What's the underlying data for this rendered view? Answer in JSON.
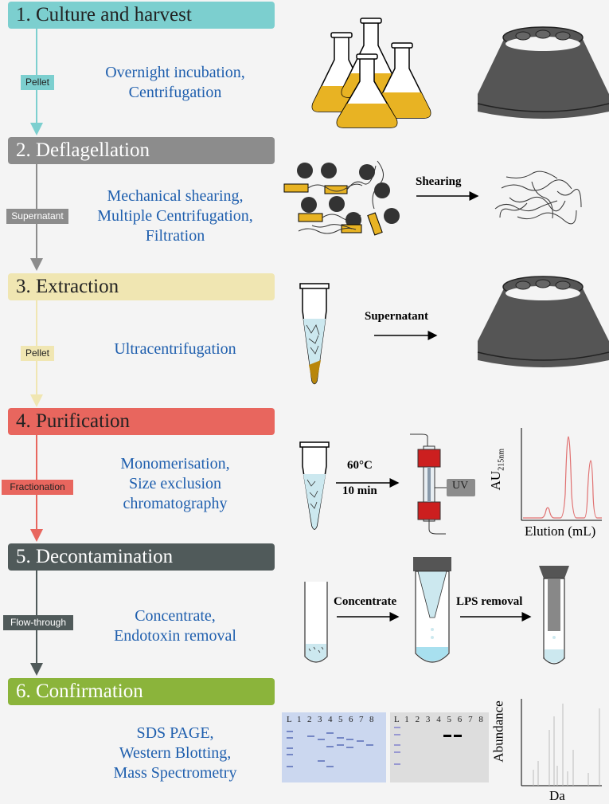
{
  "colors": {
    "teal": "#7ccfcf",
    "gray": "#8c8c8c",
    "yellow": "#f0e6b2",
    "red": "#e8665e",
    "darkslate": "#505a5a",
    "green": "#8bb43b",
    "text_blue": "#1f5fae",
    "broth": "#e8b323",
    "rotor": "#555555"
  },
  "steps": [
    {
      "title": "1. Culture and harvest",
      "tag": "Pellet",
      "desc": [
        "Overnight incubation,",
        "Centrifugation"
      ]
    },
    {
      "title": "2. Deflagellation",
      "tag": "Supernatant",
      "desc": [
        "Mechanical shearing,",
        "Multiple Centrifugation,",
        "Filtration"
      ]
    },
    {
      "title": "3. Extraction",
      "tag": "Pellet",
      "desc": [
        "Ultracentrifugation"
      ]
    },
    {
      "title": "4. Purification",
      "tag": "Fractionation",
      "desc": [
        "Monomerisation,",
        "Size exclusion",
        "chromatography"
      ]
    },
    {
      "title": "5. Decontamination",
      "tag": "Flow-through",
      "desc": [
        "Concentrate,",
        "Endotoxin removal"
      ]
    },
    {
      "title": "6. Confirmation",
      "tag": "",
      "desc": [
        "SDS PAGE,",
        "Western Blotting,",
        "Mass Spectrometry"
      ]
    }
  ],
  "figure_labels": {
    "shearing": "Shearing",
    "supernatant": "Supernatant",
    "temp": "60°C",
    "time": "10 min",
    "uv": "UV",
    "concentrate": "Concentrate",
    "lps": "LPS removal"
  },
  "chromatogram": {
    "ylabel": "AU",
    "ylabel_sub": "215nm",
    "xlabel": "Elution (mL)"
  },
  "gel": {
    "lanes": [
      "L",
      "1",
      "2",
      "3",
      "4",
      "5",
      "6",
      "7",
      "8"
    ]
  },
  "mass_spec": {
    "ylabel": "Abundance",
    "xlabel": "Da"
  }
}
